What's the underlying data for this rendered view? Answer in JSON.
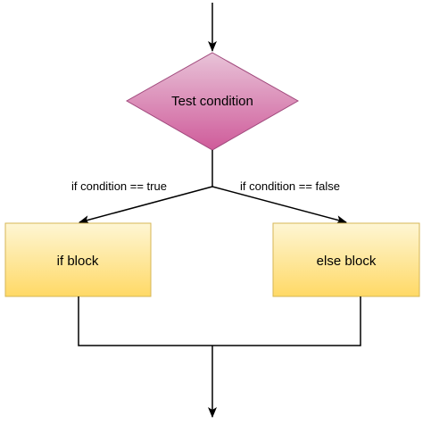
{
  "diagram": {
    "nodes": {
      "decision": {
        "label": "Test condition"
      },
      "if_block": {
        "label": "if block"
      },
      "else_block": {
        "label": "else block"
      }
    },
    "edges": {
      "true_branch": {
        "label": "if condition == true"
      },
      "false_branch": {
        "label": "if condition == false"
      }
    }
  },
  "colors": {
    "decision_top": "#e8c3d8",
    "decision_bottom": "#cf5b9a",
    "decision_stroke": "#a14a7d",
    "block_top": "#fef6d4",
    "block_bottom": "#ffd966",
    "block_stroke": "#d6b656",
    "line": "#000000"
  }
}
